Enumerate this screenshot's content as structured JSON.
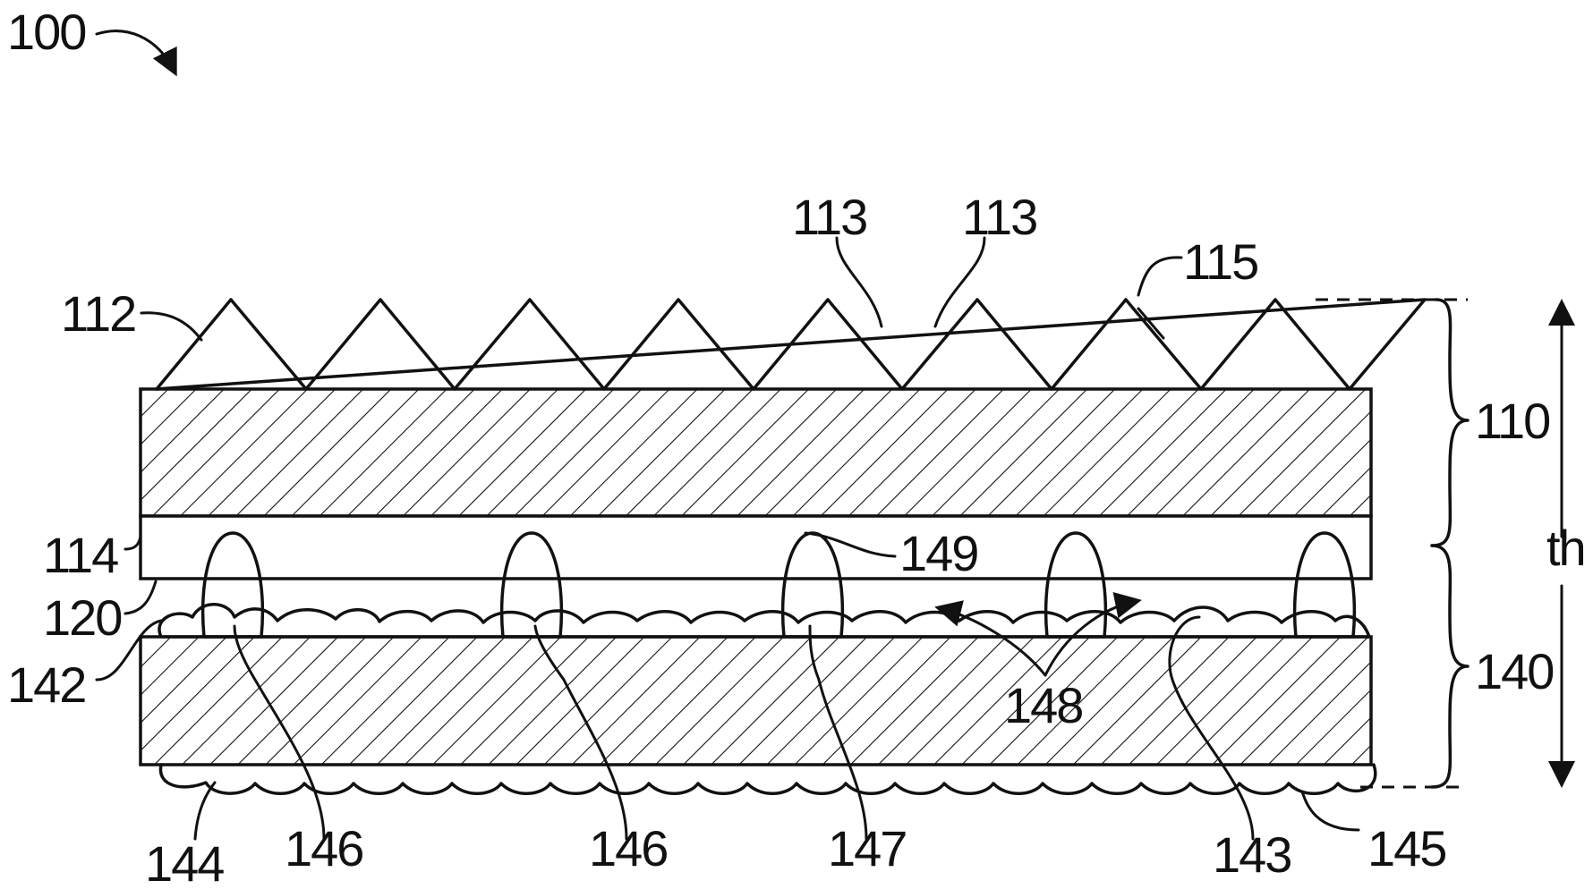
{
  "figure": {
    "labels": {
      "fig": "100",
      "l110": "110",
      "l112": "112",
      "l113a": "113",
      "l113b": "113",
      "l114": "114",
      "l115": "115",
      "l120": "120",
      "l140": "140",
      "l142": "142",
      "l143": "143",
      "l144": "144",
      "l145": "145",
      "l146a": "146",
      "l146b": "146",
      "l147": "147",
      "l148": "148",
      "l149": "149",
      "th": "th"
    }
  }
}
